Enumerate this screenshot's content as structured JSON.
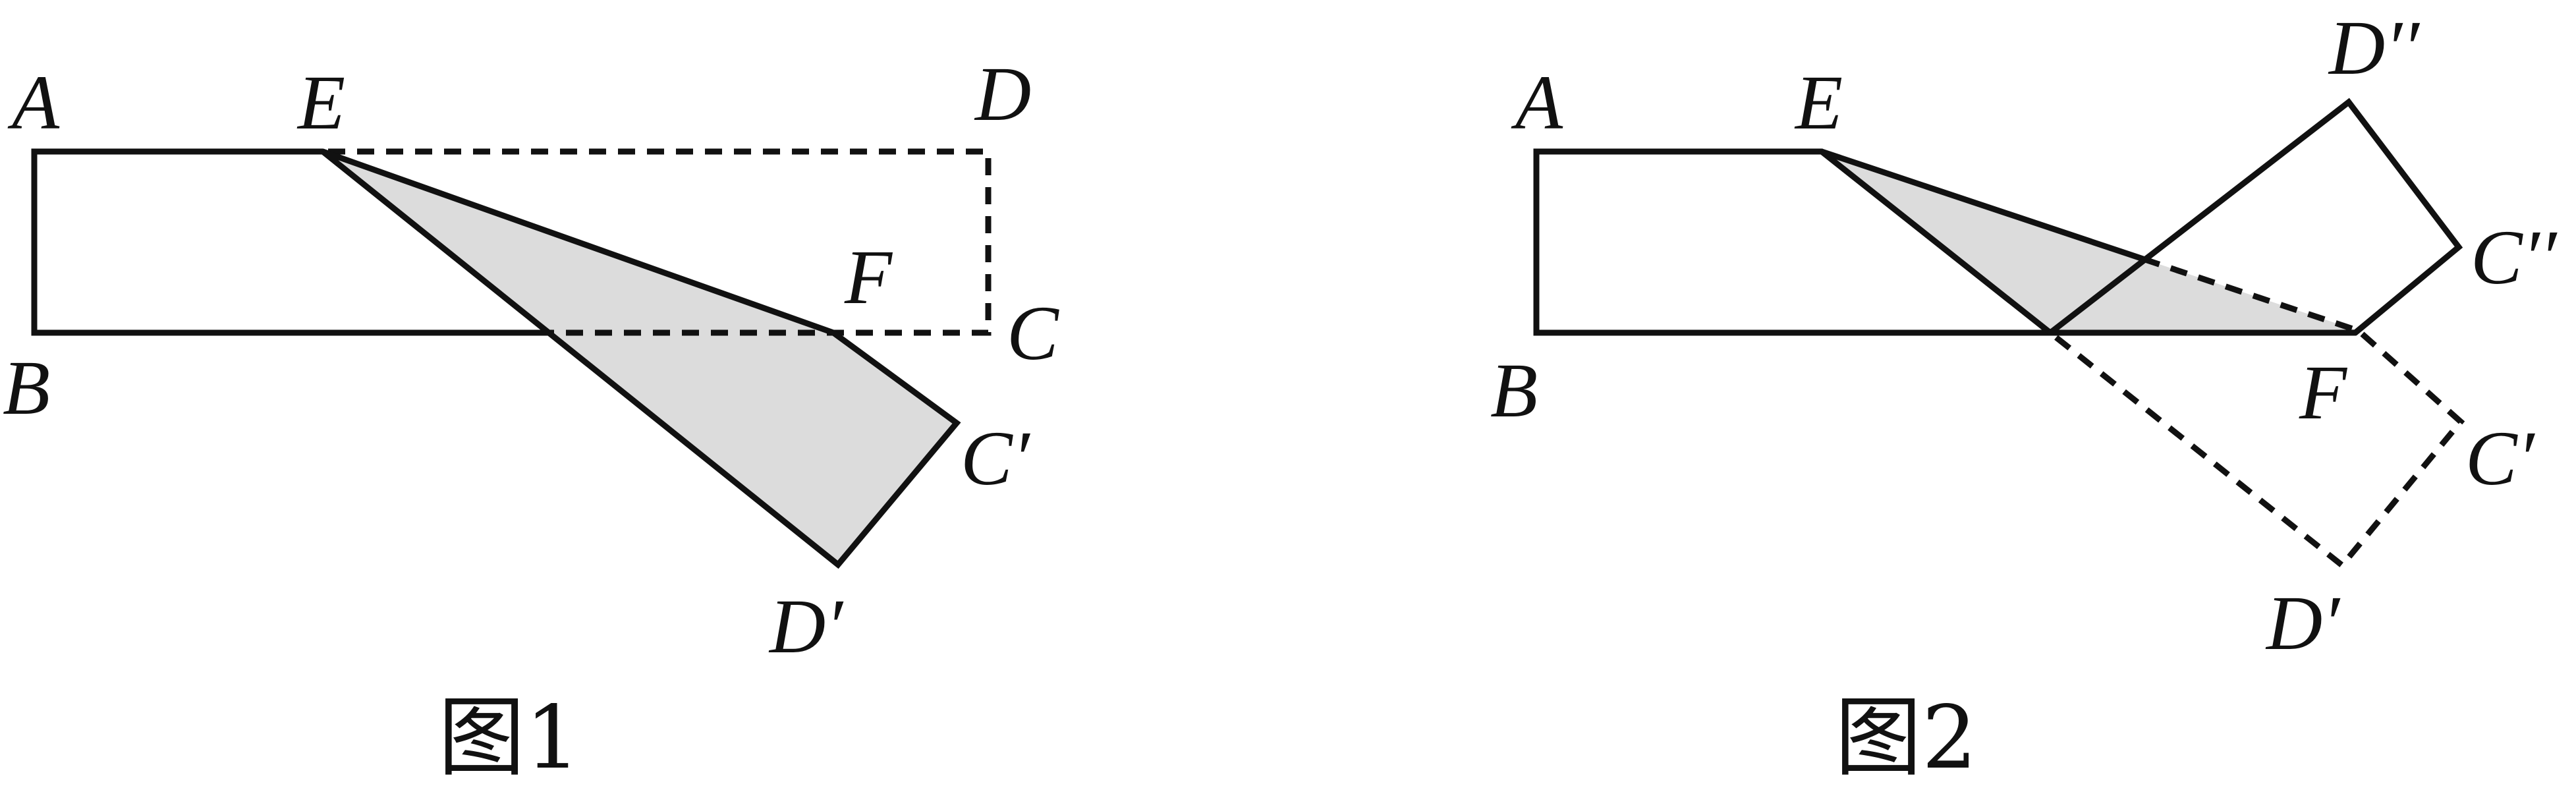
{
  "colors": {
    "line": "#111111",
    "shade": "#dcdcdc",
    "background": "#ffffff"
  },
  "figure1": {
    "caption": "图1",
    "labels": {
      "A": "A",
      "E": "E",
      "D": "D",
      "B": "B",
      "F": "F",
      "C": "C",
      "C_prime": "C′",
      "D_prime": "D′"
    }
  },
  "figure2": {
    "caption": "图2",
    "labels": {
      "A": "A",
      "E": "E",
      "D_double_prime": "D′′",
      "C_double_prime": "C′′",
      "B": "B",
      "F": "F",
      "C_prime": "C′",
      "D_prime": "D′"
    }
  }
}
